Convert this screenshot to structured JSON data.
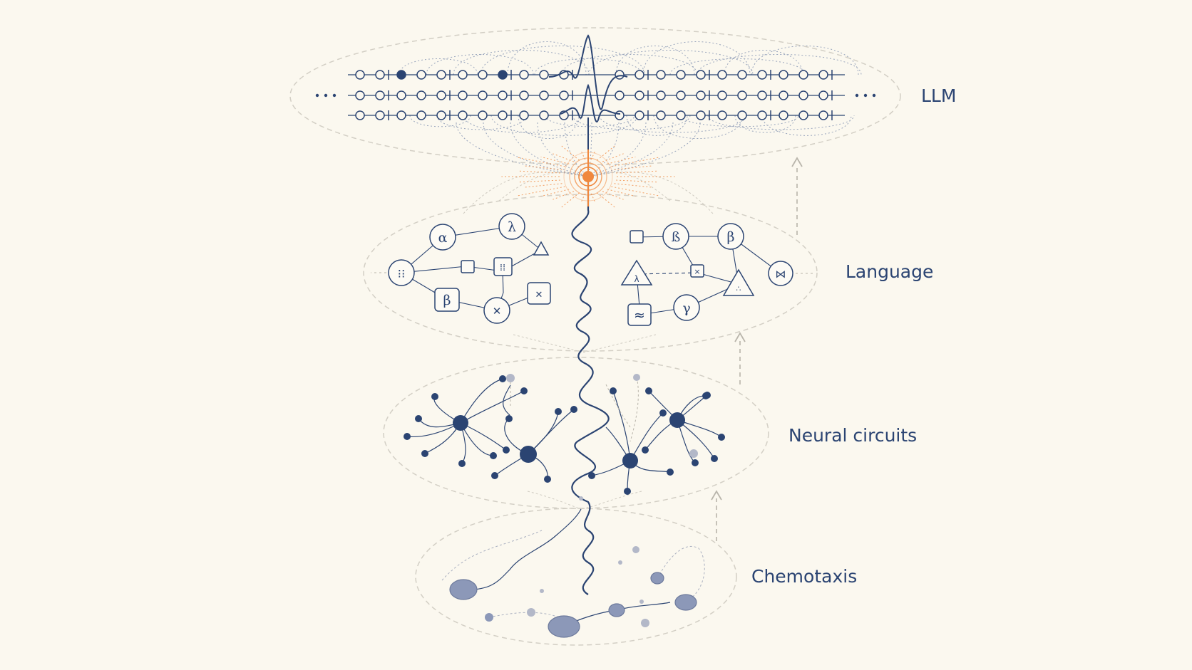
{
  "diagram": {
    "layers": [
      {
        "id": "llm",
        "label": "LLM"
      },
      {
        "id": "language",
        "label": "Language"
      },
      {
        "id": "neural-circuits",
        "label": "Neural circuits"
      },
      {
        "id": "chemotaxis",
        "label": "Chemotaxis"
      }
    ],
    "symbols": [
      "α",
      "λ",
      "ß",
      "β",
      "γ",
      "≈"
    ],
    "colors": {
      "background": "#fbf8ef",
      "ink": "#2b4472",
      "accent": "#f0883e",
      "faint": "#bdbab2"
    }
  }
}
